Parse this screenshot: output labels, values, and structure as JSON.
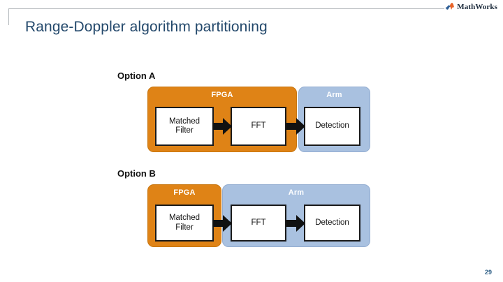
{
  "slide": {
    "title": "Range-Doppler algorithm partitioning",
    "page_number": "29",
    "brand": {
      "name": "MathWorks",
      "logo_icon": "mathworks-membrane-icon"
    },
    "colors": {
      "title_text": "#23486b",
      "fpga_fill": "#df8316",
      "fpga_border": "#c8760f",
      "arm_fill": "#a9c1e0",
      "arm_border": "#93add1",
      "block_fill": "#ffffff",
      "block_border": "#1a1a1a",
      "arrow": "#111111",
      "page_number": "#2e5f86",
      "frame_line": "#b5b9bd"
    }
  },
  "options": [
    {
      "label": "Option A",
      "zones": [
        {
          "name": "FPGA",
          "type": "fpga"
        },
        {
          "name": "Arm",
          "type": "arm"
        }
      ],
      "blocks": [
        {
          "label": "Matched\nFilter",
          "line1": "Matched",
          "line2": "Filter",
          "zone": "FPGA"
        },
        {
          "label": "FFT",
          "line1": "FFT",
          "line2": "",
          "zone": "FPGA"
        },
        {
          "label": "Detection",
          "line1": "Detection",
          "line2": "",
          "zone": "Arm"
        }
      ],
      "arrows": [
        {
          "from": "Matched Filter",
          "to": "FFT"
        },
        {
          "from": "FFT",
          "to": "Detection"
        }
      ]
    },
    {
      "label": "Option B",
      "zones": [
        {
          "name": "FPGA",
          "type": "fpga"
        },
        {
          "name": "Arm",
          "type": "arm"
        }
      ],
      "blocks": [
        {
          "label": "Matched\nFilter",
          "line1": "Matched",
          "line2": "Filter",
          "zone": "FPGA"
        },
        {
          "label": "FFT",
          "line1": "FFT",
          "line2": "",
          "zone": "Arm"
        },
        {
          "label": "Detection",
          "line1": "Detection",
          "line2": "",
          "zone": "Arm"
        }
      ],
      "arrows": [
        {
          "from": "Matched Filter",
          "to": "FFT"
        },
        {
          "from": "FFT",
          "to": "Detection"
        }
      ]
    }
  ]
}
